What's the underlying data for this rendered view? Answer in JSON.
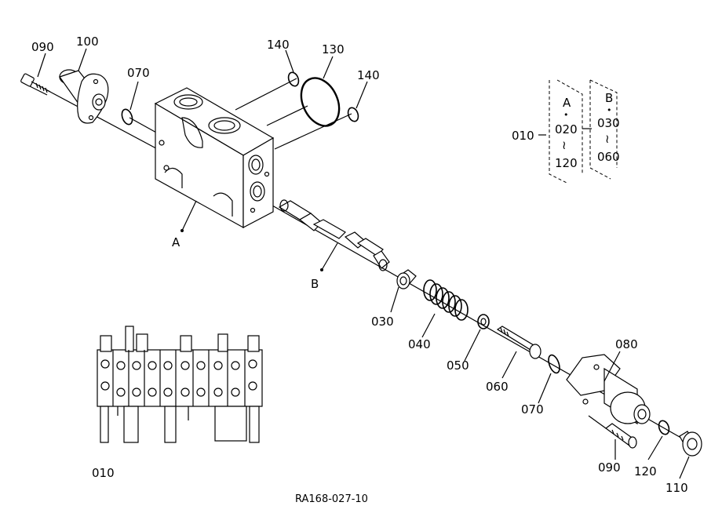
{
  "parts": {
    "p090_left": "090",
    "p100": "100",
    "p070_left": "070",
    "p140_left": "140",
    "p130": "130",
    "p140_right": "140",
    "pA": "A",
    "pB": "B",
    "p030": "030",
    "p040": "040",
    "p050": "050",
    "p060": "060",
    "p070_right": "070",
    "p080": "080",
    "p090_right": "090",
    "p120": "120",
    "p110": "110",
    "p010_overview": "010"
  },
  "legend": {
    "assembly": "010",
    "groupA": {
      "letter": "A",
      "from": "020",
      "to": "120"
    },
    "groupB": {
      "letter": "B",
      "from": "030",
      "to": "060"
    },
    "dot": "•",
    "tilde": "≀"
  },
  "footer": {
    "code": "RA168-027-10"
  }
}
